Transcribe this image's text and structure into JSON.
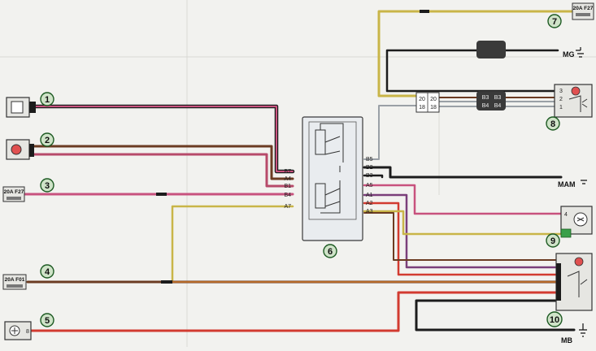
{
  "colors": {
    "background": "#f2f2ef",
    "wire_black": "#1c1c1c",
    "wire_pink": "#c8527e",
    "wire_brown": "#6b3b22",
    "wire_red": "#d23b30",
    "wire_yellow": "#c9b548",
    "wire_gray": "#9aa0a6",
    "wire_violet": "#7a3f7a",
    "wire_orange": "#d07a2a",
    "callout_fill": "#cfe3c8",
    "callout_stroke": "#1d5a22"
  },
  "callouts": [
    "1",
    "2",
    "3",
    "4",
    "5",
    "6",
    "7",
    "8",
    "9",
    "10"
  ],
  "fuses": {
    "f27_left": "20A F27",
    "f27_top": "20A F27",
    "f01": "20A F01"
  },
  "relay_block_pins": {
    "left": [
      "B7",
      "A4",
      "B1",
      "B4",
      "A7"
    ],
    "right": [
      "B5",
      "B2",
      "B3",
      "A5",
      "A1",
      "A2",
      "A3"
    ]
  },
  "grounds": {
    "mg": "MG",
    "mam": "MAM",
    "mb": "MB"
  },
  "connector_18_20": {
    "top": [
      "20",
      "20"
    ],
    "bottom": [
      "18",
      "18"
    ]
  },
  "connector_b3": {
    "top": [
      "B3",
      "B3"
    ],
    "bottom": [
      "B4",
      "B4"
    ]
  },
  "component_8_pins": [
    "3",
    "2",
    "1"
  ],
  "component_9_pin": "4",
  "component_5_pin": "8"
}
